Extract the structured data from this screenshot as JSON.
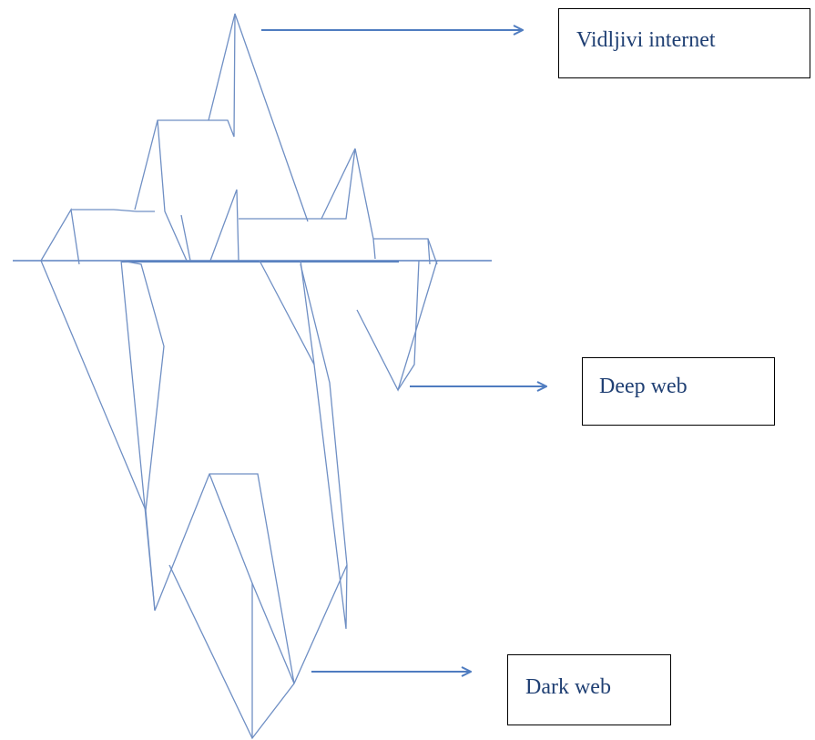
{
  "labels": {
    "visible": "Vidljivi internet",
    "deep": "Deep web",
    "dark": "Dark web"
  },
  "colors": {
    "iceberg_stroke": "#6f8fc4",
    "arrow": "#4f7cc0",
    "label_text": "#1f3f73"
  }
}
